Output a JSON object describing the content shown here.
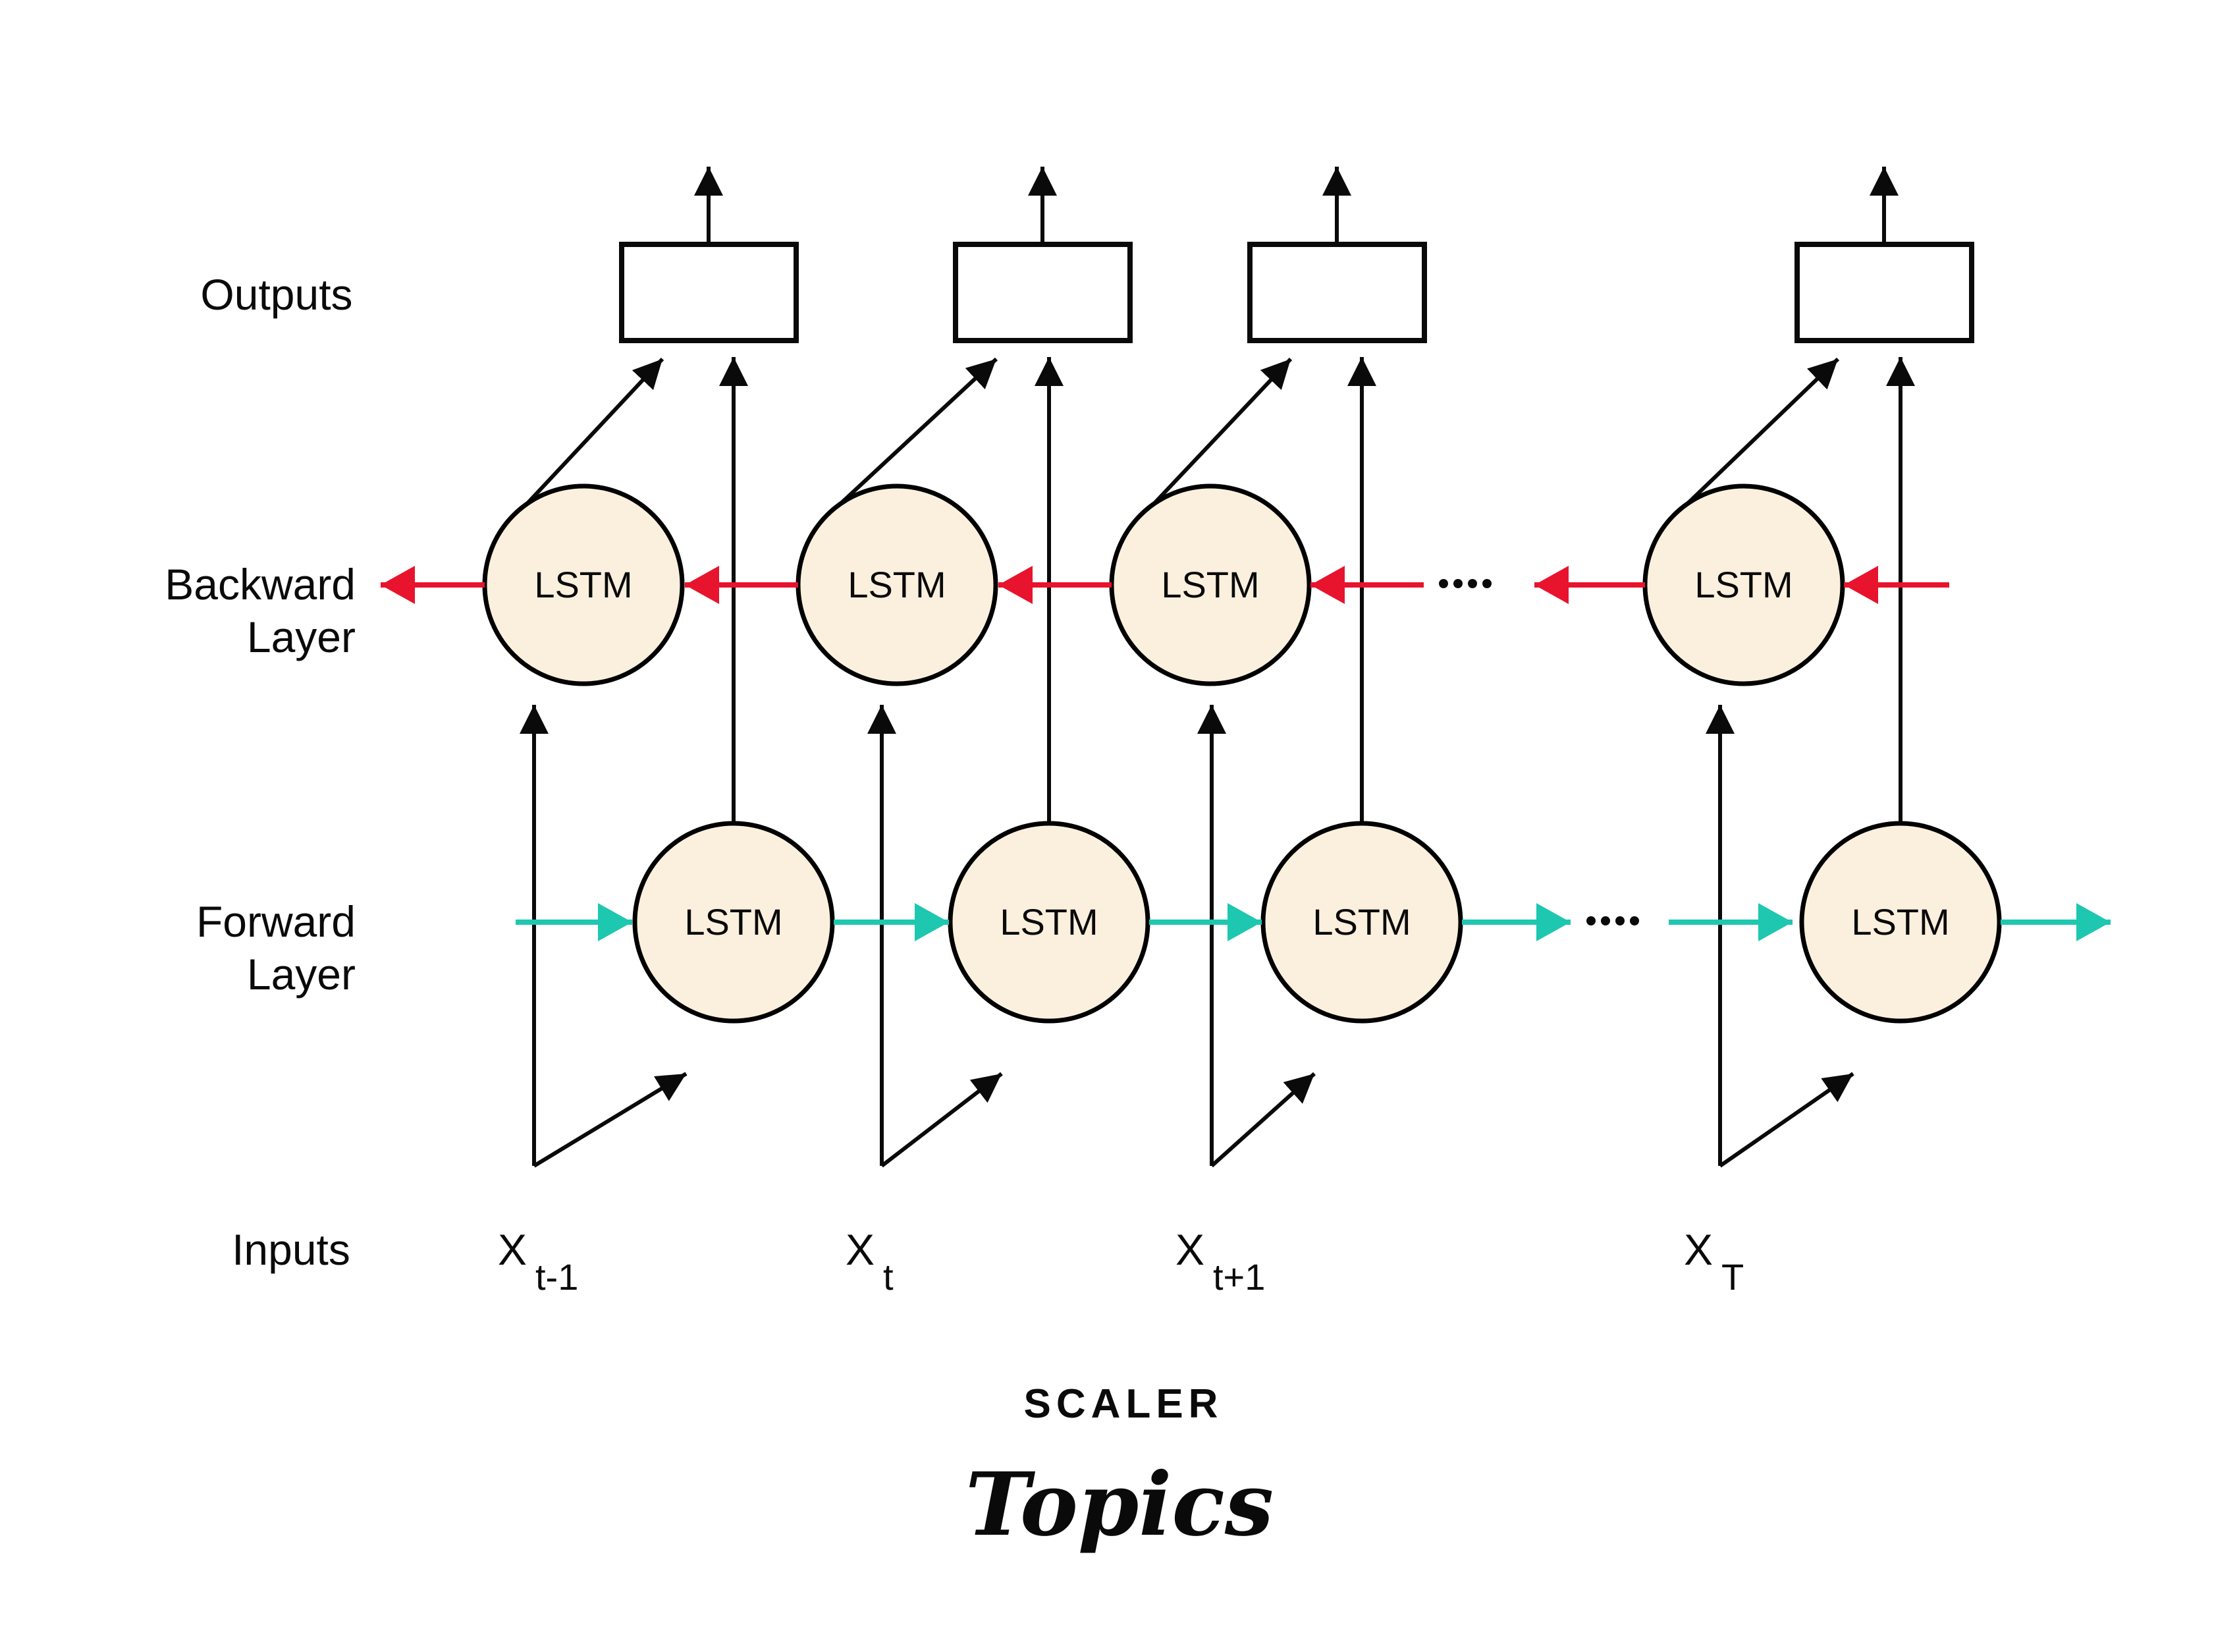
{
  "row_labels": {
    "outputs": "Outputs",
    "backward_line1": "Backward",
    "backward_line2": "Layer",
    "forward_line1": "Forward",
    "forward_line2": "Layer",
    "inputs": "Inputs"
  },
  "backward_nodes": [
    "LSTM",
    "LSTM",
    "LSTM",
    "LSTM"
  ],
  "forward_nodes": [
    "LSTM",
    "LSTM",
    "LSTM",
    "LSTM"
  ],
  "input_labels": [
    {
      "base": "X",
      "sub": "t-1"
    },
    {
      "base": "X",
      "sub": "t"
    },
    {
      "base": "X",
      "sub": "t+1"
    },
    {
      "base": "X",
      "sub": "T"
    }
  ],
  "ellipsis": "....",
  "colors": {
    "background": "#FFFFFF",
    "line": "#0A0A0A",
    "backward_arrow": "#E8132D",
    "forward_arrow": "#1EC7B0",
    "node_fill": "#FBF0DD",
    "node_stroke": "#000000",
    "logo_navy": "#1B2A4D",
    "logo_pink": "#E72A6F"
  },
  "logo": {
    "brand": "SCALER",
    "word": "Topics"
  }
}
